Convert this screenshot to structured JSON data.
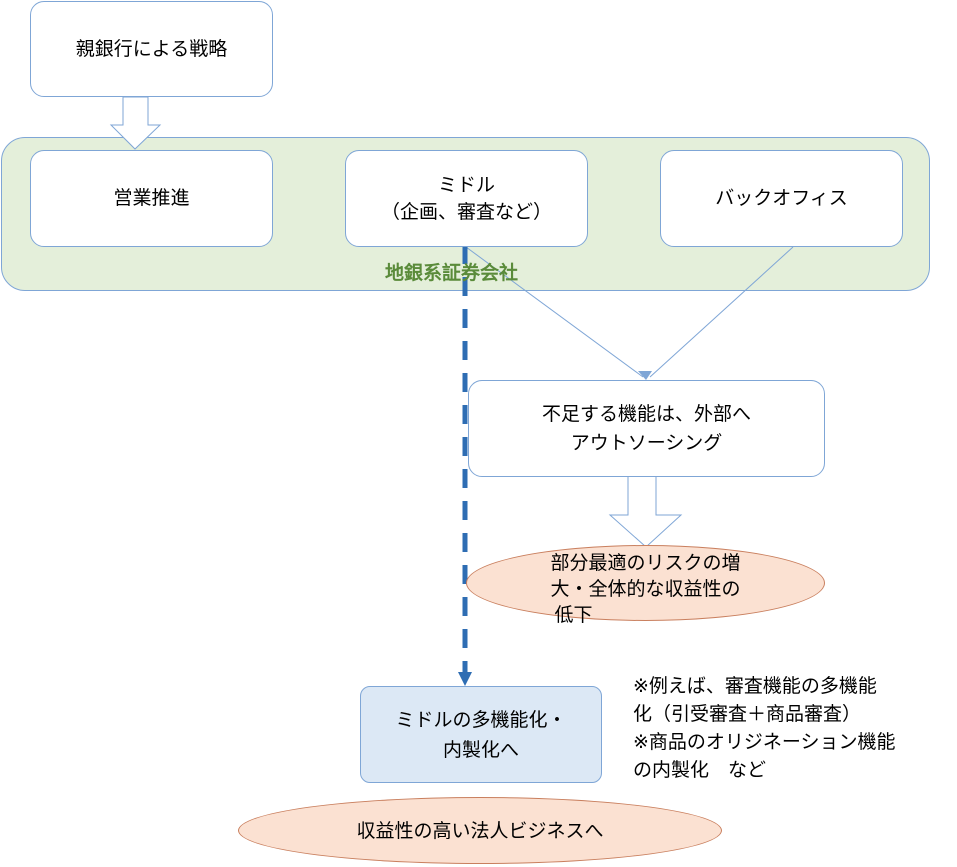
{
  "strategy": {
    "text": "親銀行による戦略"
  },
  "company": {
    "label": "地銀系証券会社",
    "units": {
      "sales": "営業推進",
      "middle": [
        "ミドル",
        "（企画、審査など）"
      ],
      "back": "バックオフィス"
    }
  },
  "outsourcing": {
    "lines": [
      "不足する機能は、外部へ",
      "アウトソーシング"
    ]
  },
  "risk": {
    "lines": [
      "部分最適のリスクの増",
      "大・全体的な収益性の",
      "低下"
    ]
  },
  "middle_multi": {
    "lines": [
      "ミドルの多機能化・",
      "内製化へ"
    ]
  },
  "note": {
    "lines": [
      "※例えば、審査機能の多機能",
      "化（引受審査＋商品審査）",
      "※商品のオリジネーション機能",
      "の内製化　など"
    ]
  },
  "profit": {
    "text": "収益性の高い法人ビジネスへ"
  },
  "colors": {
    "box_border": "#7fa6d6",
    "group_fill": "#e4efda",
    "group_label": "#5a8b3a",
    "ellipse_fill": "#fbe1d2",
    "ellipse_border": "#c97f5e",
    "highlight_fill": "#dce8f5",
    "dashed_arrow": "#2e6db3"
  }
}
